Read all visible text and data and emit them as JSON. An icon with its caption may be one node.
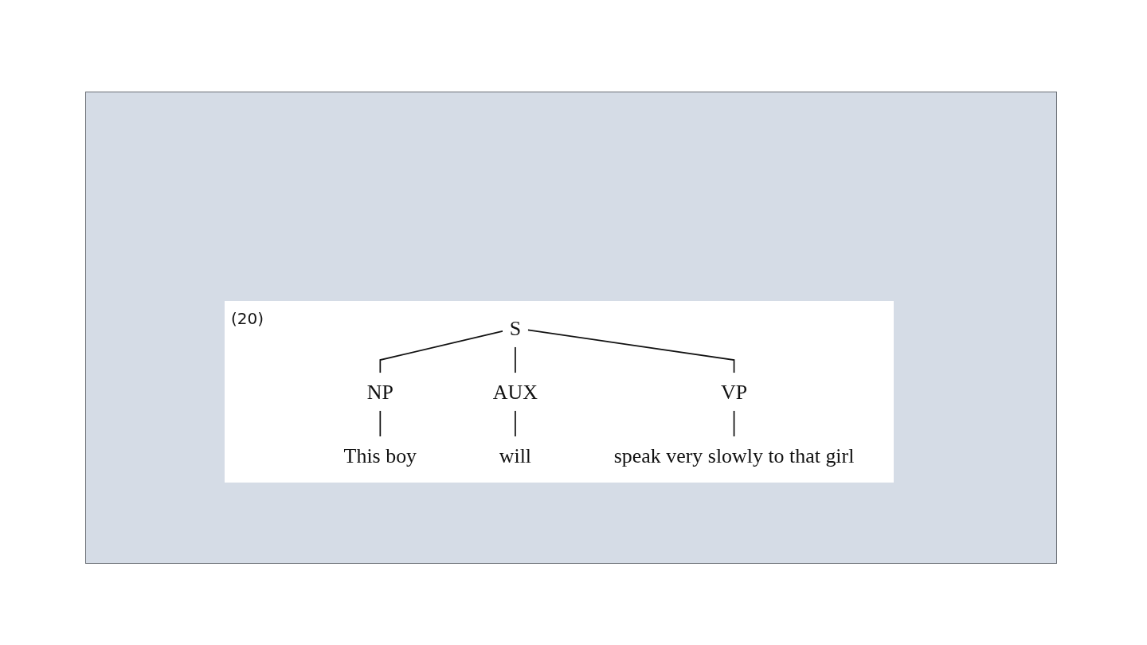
{
  "diagram": {
    "nodes": [
      {
        "text": [
          "S"
        ]
      },
      {
        "text": [
          "NP"
        ]
      },
      {
        "text": [
          "AUX"
        ]
      },
      {
        "text": [
          "VP"
        ]
      },
      {
        "text": [
          "This boy"
        ]
      },
      {
        "text": [
          "will"
        ]
      },
      {
        "text": [
          "speak very slowly to that girl"
        ]
      }
    ],
    "edges": [
      {
        "from": 0,
        "to": 1,
        "arrow": "none"
      },
      {
        "from": 0,
        "to": 2,
        "arrow": "none"
      },
      {
        "from": 0,
        "to": 3,
        "arrow": "none"
      },
      {
        "from": 1,
        "to": 4,
        "arrow": "none"
      },
      {
        "from": 2,
        "to": 5,
        "arrow": "none"
      },
      {
        "from": 3,
        "to": 6,
        "arrow": "none"
      }
    ],
    "labels": [
      "(20)"
    ]
  }
}
